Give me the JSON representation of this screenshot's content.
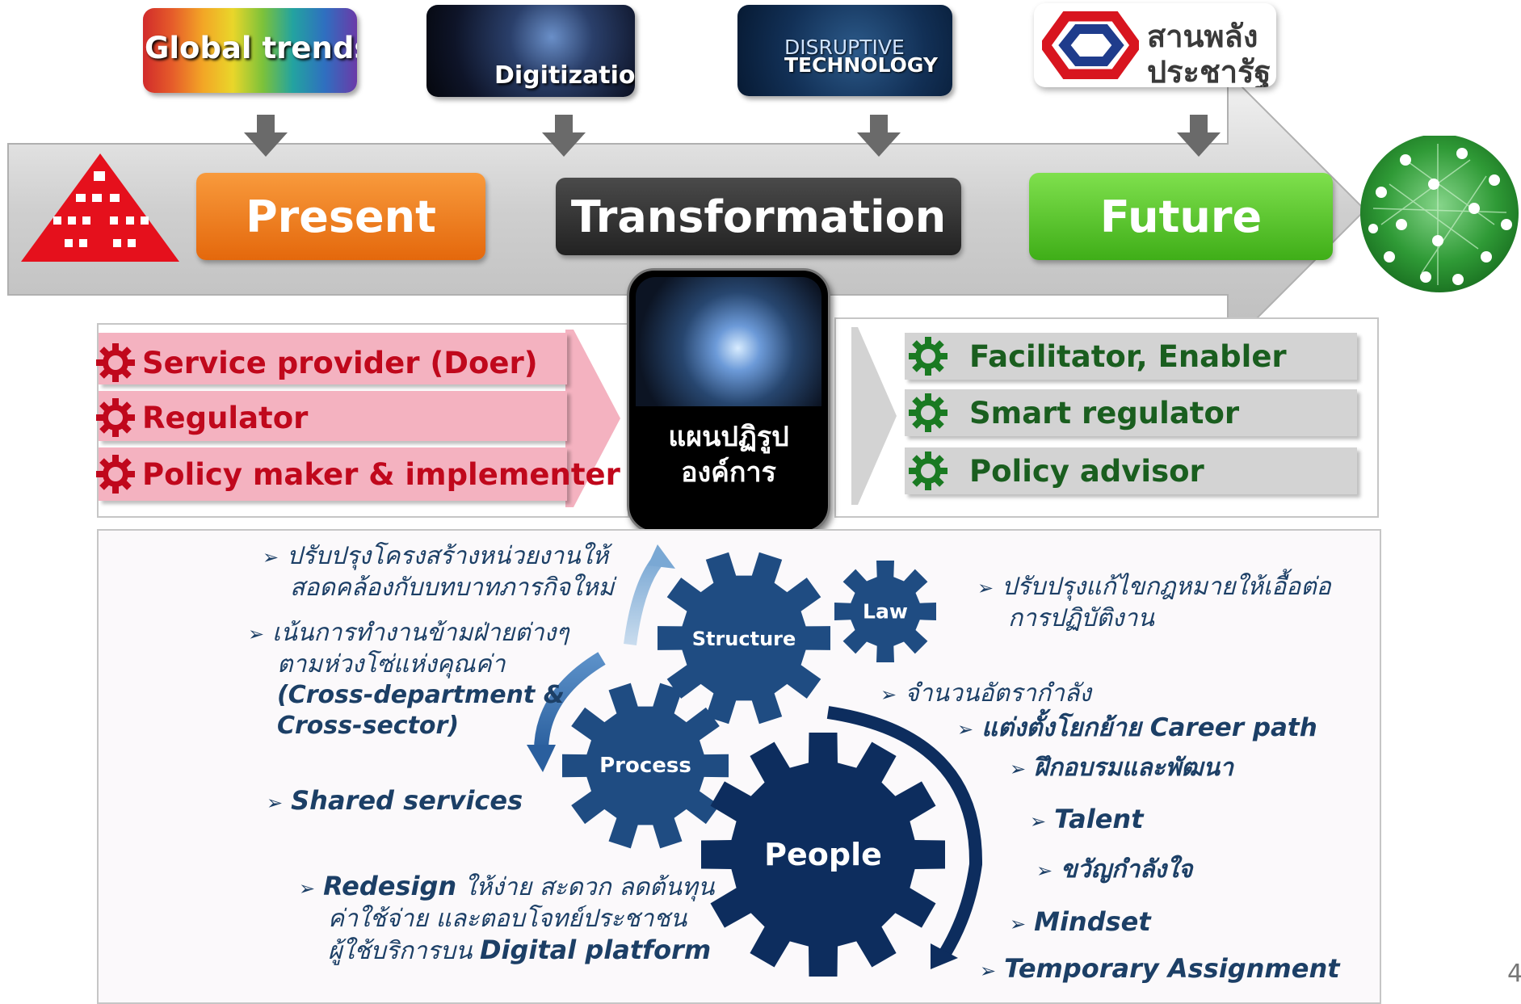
{
  "top_sources": {
    "global_trends": "Global trends",
    "digitization": "Digitization",
    "disruptive_technology": [
      "DISRUPTIVE",
      "TECHNOLOGY"
    ],
    "logo_text": [
      "สานพลัง",
      "ประชารัฐ"
    ]
  },
  "phases": {
    "present": "Present",
    "transformation": "Transformation",
    "future": "Future"
  },
  "present_roles": [
    "Service provider (Doer)",
    "Regulator",
    "Policy maker & implementer"
  ],
  "future_roles": [
    "Facilitator, Enabler",
    "Smart regulator",
    "Policy advisor"
  ],
  "center_box": {
    "line1": "แผนปฏิรูป",
    "line2": "องค์การ"
  },
  "gears": {
    "structure": "Structure",
    "law": "Law",
    "process": "Process",
    "people": "People"
  },
  "structure_bullet": {
    "line1": "ปรับปรุงโครงสร้างหน่วยงานให้",
    "line2": "สอดคล้องกับบทบาทภารกิจใหม่"
  },
  "process_bullet": {
    "line1": "เน้นการทำงานข้ามฝ่ายต่างๆ",
    "line2": "ตามห่วงโซ่แห่งคุณค่า",
    "line3": "(Cross-department &",
    "line4": "Cross-sector)"
  },
  "shared_services": "Shared services",
  "redesign": {
    "bold": "Redesign",
    "rest": " ให้ง่าย สะดวก ลดต้นทุน",
    "line2": "ค่าใช้จ่าย และตอบโจทย์ประชาชน",
    "line3_pre": "ผู้ใช้บริการบน ",
    "line3_bold": "Digital platform"
  },
  "law_bullet": {
    "line1": "ปรับปรุงแก้ไขกฎหมายให้เอื้อต่อ",
    "line2": "การปฏิบัติงาน"
  },
  "people_bullets": [
    "จำนวนอัตรากำลัง",
    "แต่งตั้งโยกย้าย Career path",
    "ฝึกอบรมและพัฒนา",
    "Talent",
    "ขวัญกำลังใจ",
    "Mindset",
    "Temporary Assignment"
  ],
  "page_number": "4",
  "colors": {
    "present": "#f07a1e",
    "transformation": "#333333",
    "future": "#55c22a",
    "present_role_text": "#c0081c",
    "future_role_text": "#1a5e1f",
    "gear_dark": "#0d2d5e",
    "gear_mid": "#1f4c82",
    "bullet_text": "#1c3f66"
  }
}
